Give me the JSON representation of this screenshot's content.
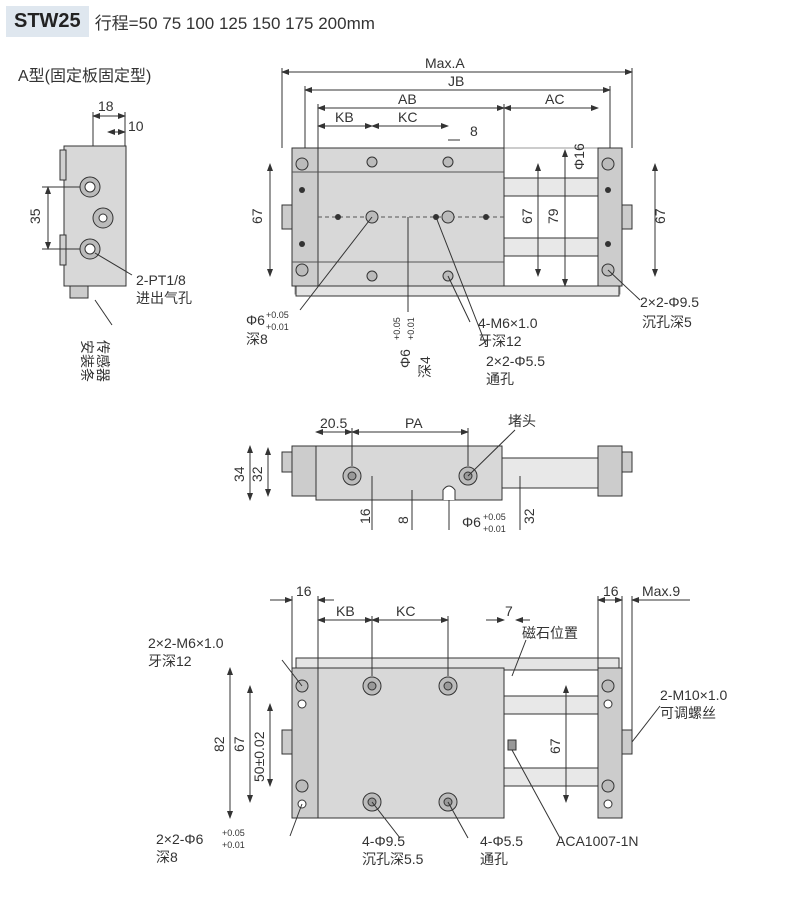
{
  "header": {
    "model": "STW25",
    "stroke": "行程=50 75 100 125 150 175 200mm"
  },
  "subtitle": "A型(固定板固定型)",
  "side": {
    "d18": "18",
    "d10": "10",
    "d35": "35",
    "port": "2-PT1/8",
    "port_sub": "进出气孔",
    "sensor": "传感器",
    "sensor_sub": "安装条"
  },
  "top": {
    "maxA": "Max.A",
    "jb": "JB",
    "ab": "AB",
    "ac": "AC",
    "kb": "KB",
    "kc": "KC",
    "d8": "8",
    "phi16": "Φ16",
    "d67l": "67",
    "d67r": "67",
    "d67i": "67",
    "d79": "79",
    "phi6a": "Φ6",
    "tolp": "+0.05",
    "tolm": "+0.01",
    "deep8": "深8",
    "phi6b": "Φ6",
    "deep4": "深4",
    "m6": "4-M6×1.0",
    "m6sub": "牙深12",
    "phi55": "2×2-Φ5.5",
    "phi55sub": "通孔",
    "phi95": "2×2-Φ9.5",
    "phi95sub": "沉孔深5"
  },
  "front": {
    "d205": "20.5",
    "pa": "PA",
    "plug": "堵头",
    "d34": "34",
    "d32": "32",
    "d16": "16",
    "d8": "8",
    "phi6": "Φ6",
    "tolp": "+0.05",
    "tolm": "+0.01",
    "d32b": "32"
  },
  "bottom": {
    "d16l": "16",
    "kb": "KB",
    "kc": "KC",
    "d7": "7",
    "d16r": "16",
    "max9": "Max.9",
    "magnet": "磁石位置",
    "m6": "2×2-M6×1.0",
    "m6sub": "牙深12",
    "m10": "2-M10×1.0",
    "m10sub": "可调螺丝",
    "d82": "82",
    "d67": "67",
    "d50": "50±0.02",
    "d67r": "67",
    "phi6": "2×2-Φ6",
    "tolp": "+0.05",
    "tolm": "+0.01",
    "deep8": "深8",
    "phi95": "4-Φ9.5",
    "phi95sub": "沉孔深5.5",
    "phi55": "4-Φ5.5",
    "phi55sub": "通孔",
    "aca": "ACA1007-1N"
  }
}
